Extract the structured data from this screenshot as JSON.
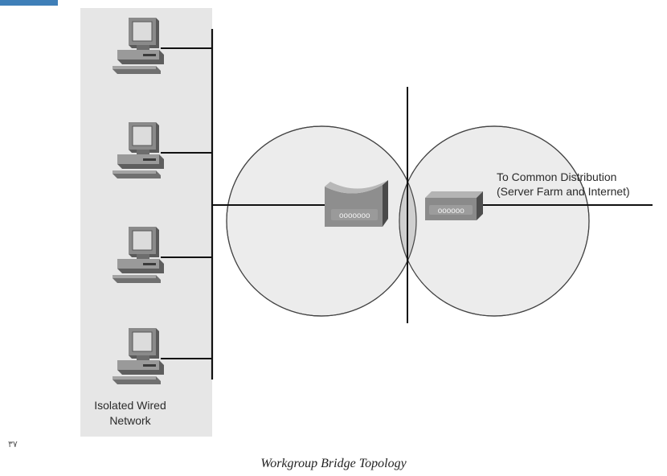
{
  "header": {
    "accent_color": "#3f7fb8"
  },
  "network": {
    "label_line1": "Isolated Wired",
    "label_line2": "Network",
    "panel_color": "#e6e6e6",
    "workstations": [
      {
        "icon": "desktop-computer-icon"
      },
      {
        "icon": "desktop-computer-icon"
      },
      {
        "icon": "desktop-computer-icon"
      },
      {
        "icon": "desktop-computer-icon"
      }
    ]
  },
  "devices": {
    "bridge_icon": "workgroup-bridge-icon",
    "access_point_icon": "access-point-icon"
  },
  "coverage": {
    "cells": 2,
    "overlap_color": "#cfcfcf",
    "cell_color": "#ececec"
  },
  "uplink": {
    "line1": "To Common Distribution",
    "line2": "(Server Farm and Internet)"
  },
  "page_number": "٣٧",
  "caption": "Workgroup Bridge Topology"
}
